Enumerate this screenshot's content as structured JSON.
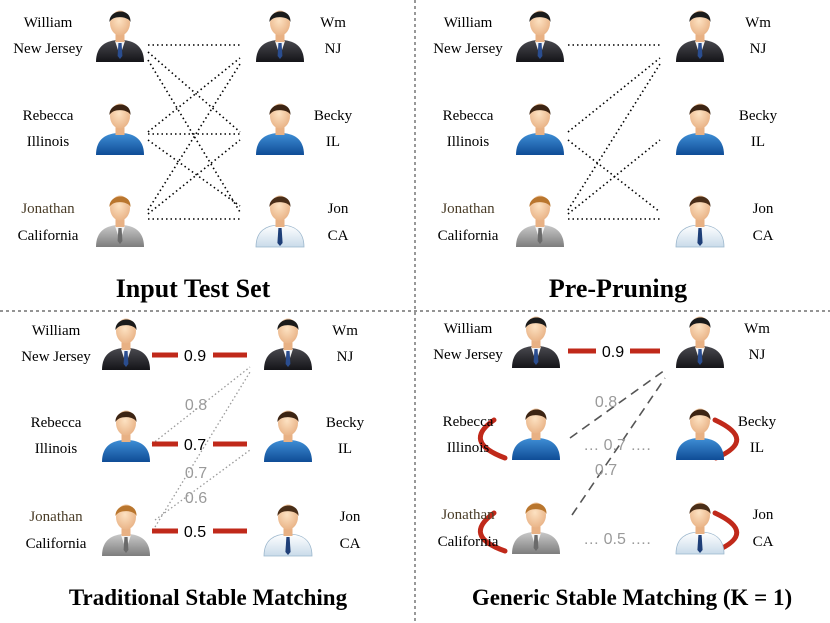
{
  "colors": {
    "text": "#000000",
    "jonathan_text": "#4a3d28",
    "match_line": "#c0291a",
    "score_gray": "#9a9a9a",
    "divider": "#555555",
    "dotted_link": "#000000"
  },
  "panels": [
    {
      "key": "input",
      "title": "Input Test Set",
      "left": [
        {
          "name": "William",
          "state": "New Jersey",
          "avatar": "man-suit-icon"
        },
        {
          "name": "Rebecca",
          "state": "Illinois",
          "avatar": "woman-blue-icon"
        },
        {
          "name": "Jonathan",
          "state": "California",
          "avatar": "man-gray-suit-icon"
        }
      ],
      "right": [
        {
          "name": "Wm",
          "state": "NJ",
          "avatar": "man-suit-icon"
        },
        {
          "name": "Becky",
          "state": "IL",
          "avatar": "woman-blue-icon"
        },
        {
          "name": "Jon",
          "state": "CA",
          "avatar": "man-shirt-icon"
        }
      ]
    },
    {
      "key": "pre",
      "title": "Pre-Pruning",
      "left": [
        {
          "name": "William",
          "state": "New Jersey",
          "avatar": "man-suit-icon"
        },
        {
          "name": "Rebecca",
          "state": "Illinois",
          "avatar": "woman-blue-icon"
        },
        {
          "name": "Jonathan",
          "state": "California",
          "avatar": "man-gray-suit-icon"
        }
      ],
      "right": [
        {
          "name": "Wm",
          "state": "NJ",
          "avatar": "man-suit-icon"
        },
        {
          "name": "Becky",
          "state": "IL",
          "avatar": "woman-blue-icon"
        },
        {
          "name": "Jon",
          "state": "CA",
          "avatar": "man-shirt-icon"
        }
      ]
    },
    {
      "key": "trad",
      "title": "Traditional Stable Matching",
      "left": [
        {
          "name": "William",
          "state": "New Jersey",
          "avatar": "man-suit-icon"
        },
        {
          "name": "Rebecca",
          "state": "Illinois",
          "avatar": "woman-blue-icon"
        },
        {
          "name": "Jonathan",
          "state": "California",
          "avatar": "man-gray-suit-icon"
        }
      ],
      "right": [
        {
          "name": "Wm",
          "state": "NJ",
          "avatar": "man-suit-icon"
        },
        {
          "name": "Becky",
          "state": "IL",
          "avatar": "woman-blue-icon"
        },
        {
          "name": "Jon",
          "state": "CA",
          "avatar": "man-shirt-icon"
        }
      ],
      "matches": [
        "0.9",
        "0.7",
        "0.5"
      ],
      "other_scores": [
        "0.8",
        "0.7",
        "0.6"
      ]
    },
    {
      "key": "gen",
      "title": "Generic Stable Matching (K = 1)",
      "left": [
        {
          "name": "William",
          "state": "New Jersey",
          "avatar": "man-suit-icon"
        },
        {
          "name": "Rebecca",
          "state": "Illinois",
          "avatar": "woman-blue-icon"
        },
        {
          "name": "Jonathan",
          "state": "California",
          "avatar": "man-gray-suit-icon"
        }
      ],
      "right": [
        {
          "name": "Wm",
          "state": "NJ",
          "avatar": "man-suit-icon"
        },
        {
          "name": "Becky",
          "state": "IL",
          "avatar": "woman-blue-icon"
        },
        {
          "name": "Jon",
          "state": "CA",
          "avatar": "man-shirt-icon"
        }
      ],
      "matches": [
        "0.9"
      ],
      "other_scores": [
        "0.8",
        "… 0.7 ….",
        "0.7",
        "… 0.5 …."
      ]
    }
  ]
}
